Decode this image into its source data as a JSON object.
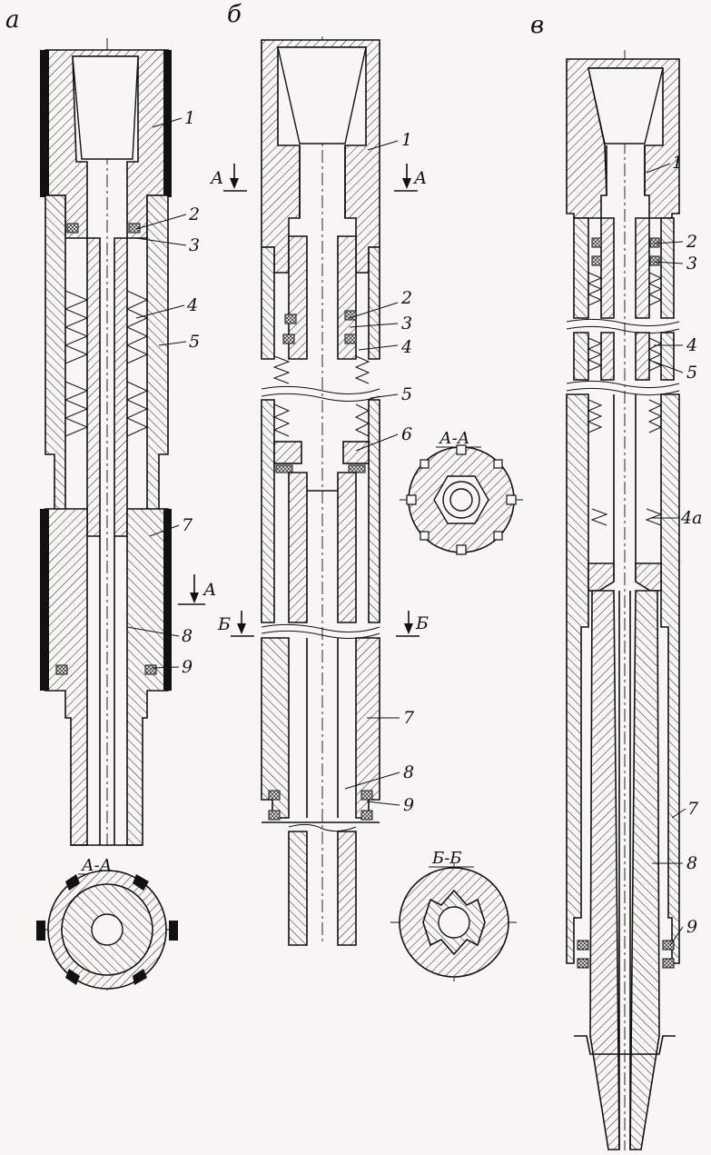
{
  "panels": {
    "a": "а",
    "b": "б",
    "c": "в"
  },
  "section_titles": {
    "aa": "А-А",
    "bb": "Б-Б"
  },
  "section_marks": {
    "a": "А",
    "b": "Б"
  },
  "labels": {
    "n1": "1",
    "n2": "2",
    "n3": "3",
    "n4": "4",
    "n4a": "4а",
    "n5": "5",
    "n6": "6",
    "n7": "7",
    "n8": "8",
    "n9": "9"
  }
}
